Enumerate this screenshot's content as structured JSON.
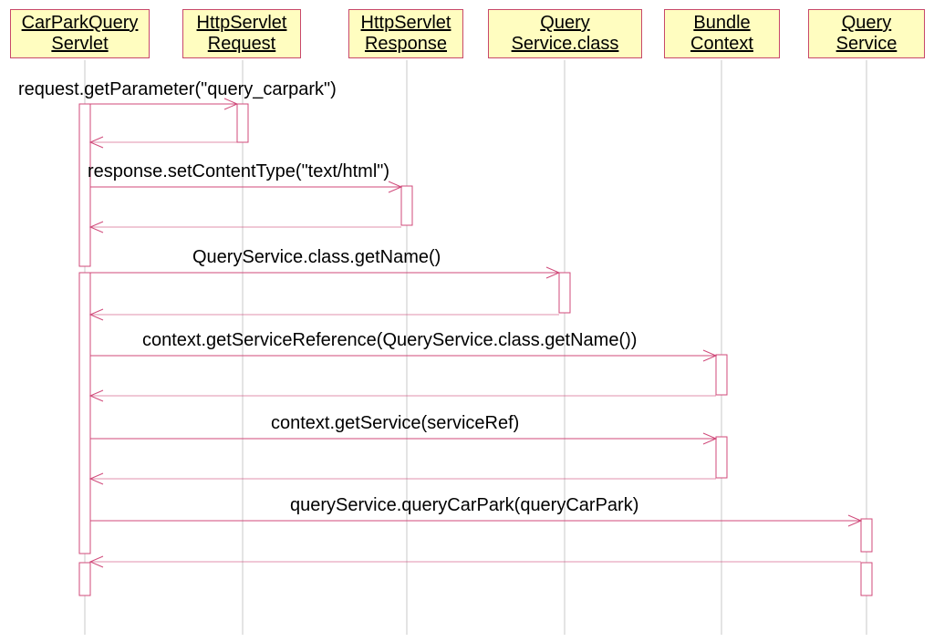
{
  "colors": {
    "background": "#ffffff",
    "header_fill": "#fffdc0",
    "line_color": "#d04a7a",
    "lifeline_color": "#c8c8c8",
    "text": "#000000"
  },
  "lifelines": [
    {
      "id": "servlet",
      "label": "CarParkQuery\nServlet"
    },
    {
      "id": "request",
      "label": "HttpServlet\nRequest"
    },
    {
      "id": "response",
      "label": "HttpServlet\nResponse"
    },
    {
      "id": "qsclass",
      "label": "Query\nService.class"
    },
    {
      "id": "bundle",
      "label": "Bundle\nContext"
    },
    {
      "id": "qservice",
      "label": "Query\nService"
    }
  ],
  "messages": [
    {
      "label": "request.getParameter(\"query_carpark\")",
      "from": "servlet",
      "to": "request"
    },
    {
      "label": "response.setContentType(\"text/html\")",
      "from": "servlet",
      "to": "response"
    },
    {
      "label": "QueryService.class.getName()",
      "from": "servlet",
      "to": "qsclass"
    },
    {
      "label": "context.getServiceReference(QueryService.class.getName())",
      "from": "servlet",
      "to": "bundle"
    },
    {
      "label": "context.getService(serviceRef)",
      "from": "servlet",
      "to": "bundle"
    },
    {
      "label": "queryService.queryCarPark(queryCarPark)",
      "from": "servlet",
      "to": "qservice"
    }
  ]
}
